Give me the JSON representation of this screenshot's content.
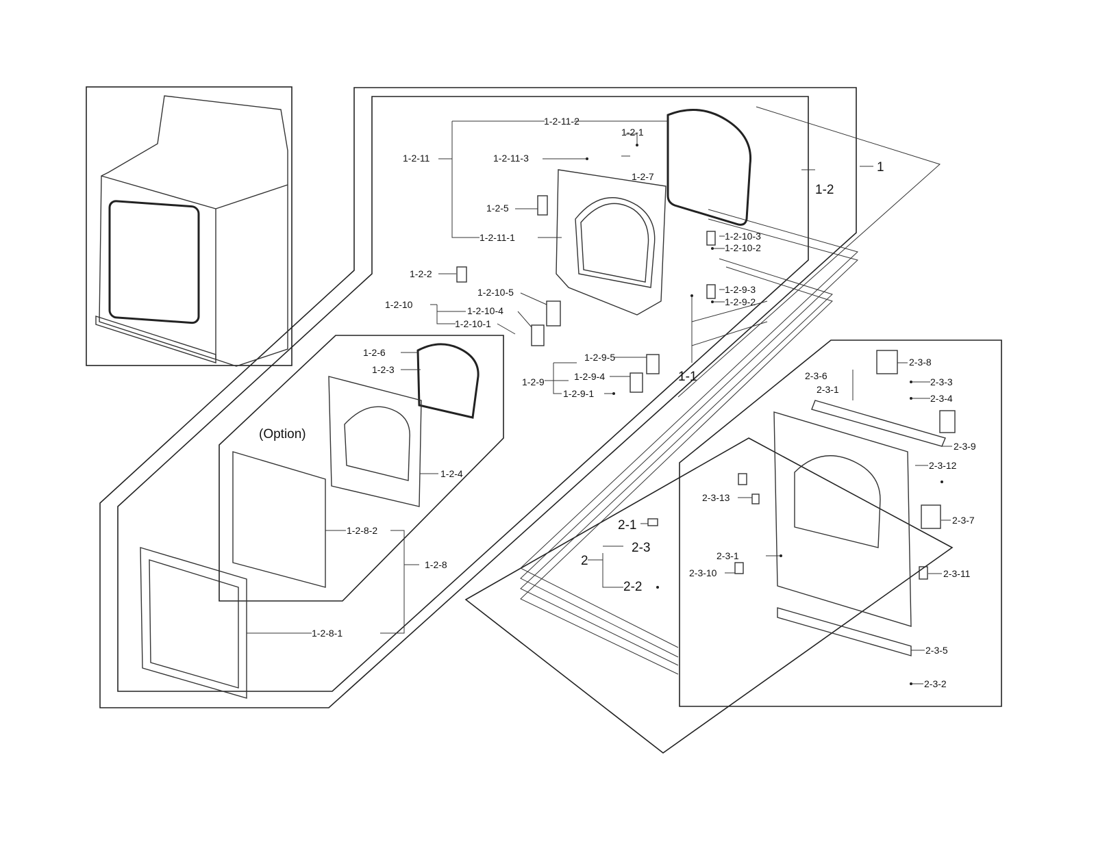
{
  "callouts": {
    "c_1_2_11_2": "1-2-11-2",
    "c_1_2_1": "1-2-1",
    "c_1_2_11_3": "1-2-11-3",
    "c_1_2_11": "1-2-11",
    "c_1_2_7": "1-2-7",
    "c_1": "1",
    "c_1_2": "1-2",
    "c_1_2_5": "1-2-5",
    "c_1_2_10_3": "1-2-10-3",
    "c_1_2_10_2": "1-2-10-2",
    "c_1_2_11_1": "1-2-11-1",
    "c_1_2_2": "1-2-2",
    "c_1_2_9_3": "1-2-9-3",
    "c_1_2_9_2": "1-2-9-2",
    "c_1_2_10_5": "1-2-10-5",
    "c_1_2_10": "1-2-10",
    "c_1_2_10_4": "1-2-10-4",
    "c_1_2_10_1": "1-2-10-1",
    "c_1_2_6": "1-2-6",
    "c_1_2_3": "1-2-3",
    "c_1_2_9_5": "1-2-9-5",
    "c_1_2_9": "1-2-9",
    "c_1_2_9_4": "1-2-9-4",
    "c_1_2_9_1": "1-2-9-1",
    "c_1_1": "1-1",
    "option": "(Option)",
    "c_1_2_4": "1-2-4",
    "c_1_2_8_2": "1-2-8-2",
    "c_1_2_8": "1-2-8",
    "c_1_2_8_1": "1-2-8-1",
    "c_2_3_8": "2-3-8",
    "c_2_3_6": "2-3-6",
    "c_2_3_1a": "2-3-1",
    "c_2_3_3": "2-3-3",
    "c_2_3_4": "2-3-4",
    "c_2_3_9": "2-3-9",
    "c_2_3_12": "2-3-12",
    "c_2_3_13": "2-3-13",
    "c_2_3_7": "2-3-7",
    "c_2_1": "2-1",
    "c_2_3": "2-3",
    "c_2": "2",
    "c_2_3_1b": "2-3-1",
    "c_2_3_11": "2-3-11",
    "c_2_3_10": "2-3-10",
    "c_2_2": "2-2",
    "c_2_3_5": "2-3-5",
    "c_2_3_2": "2-3-2"
  }
}
